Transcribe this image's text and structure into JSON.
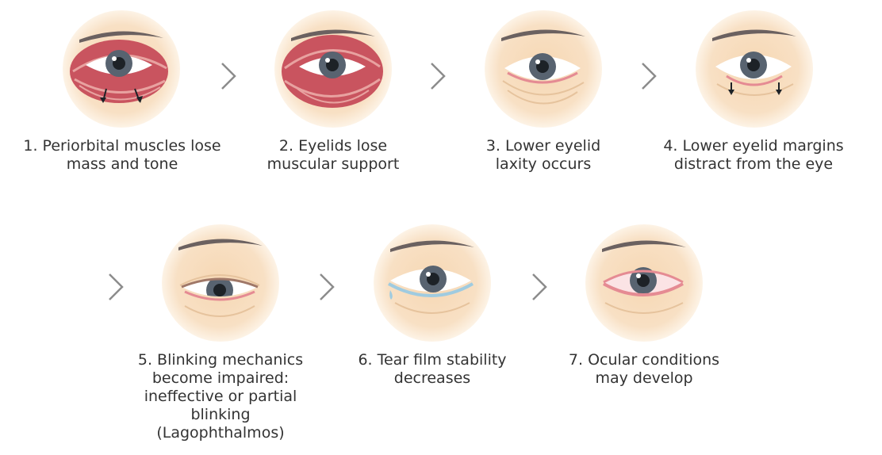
{
  "steps": [
    {
      "number": "1",
      "caption_line1": "1. Periorbital muscles lose",
      "caption_line2": "mass and tone",
      "caption_line3": "",
      "caption_line4": "",
      "caption_line5": "",
      "illustration": "eye-muscles-with-down-arrows"
    },
    {
      "number": "2",
      "caption_line1": "2. Eyelids lose",
      "caption_line2": "muscular support",
      "caption_line3": "",
      "caption_line4": "",
      "caption_line5": "",
      "illustration": "eye-muscles"
    },
    {
      "number": "3",
      "caption_line1": "3. Lower eyelid",
      "caption_line2": "laxity occurs",
      "caption_line3": "",
      "caption_line4": "",
      "caption_line5": "",
      "illustration": "eye-lax-lid"
    },
    {
      "number": "4",
      "caption_line1": "4. Lower eyelid margins",
      "caption_line2": "distract from the eye",
      "caption_line3": "",
      "caption_line4": "",
      "caption_line5": "",
      "illustration": "eye-lid-distraction-arrows"
    },
    {
      "number": "5",
      "caption_line1": "5. Blinking mechanics",
      "caption_line2": "become impaired:",
      "caption_line3": "ineffective or partial",
      "caption_line4": "blinking",
      "caption_line5": "(Lagophthalmos)",
      "illustration": "eye-partial-blink"
    },
    {
      "number": "6",
      "caption_line1": "6. Tear film stability",
      "caption_line2": "decreases",
      "caption_line3": "",
      "caption_line4": "",
      "caption_line5": "",
      "illustration": "eye-tear-drop"
    },
    {
      "number": "7",
      "caption_line1": "7. Ocular conditions",
      "caption_line2": "may develop",
      "caption_line3": "",
      "caption_line4": "",
      "caption_line5": "",
      "illustration": "eye-red-irritated"
    }
  ],
  "arrow_icon": "chevron-right-icon",
  "colors": {
    "skin_center": "#f6d7b3",
    "skin_edge": "#fdf3e6",
    "muscle": "#c9545f",
    "muscle_light": "#e8a2a0",
    "iris": "#586370",
    "pupil": "#1d2227",
    "brow": "#6b6160",
    "chevron": "#8c8c8c",
    "text": "#333333",
    "red_rim": "#e58b93",
    "tear": "#9fcbe0"
  }
}
